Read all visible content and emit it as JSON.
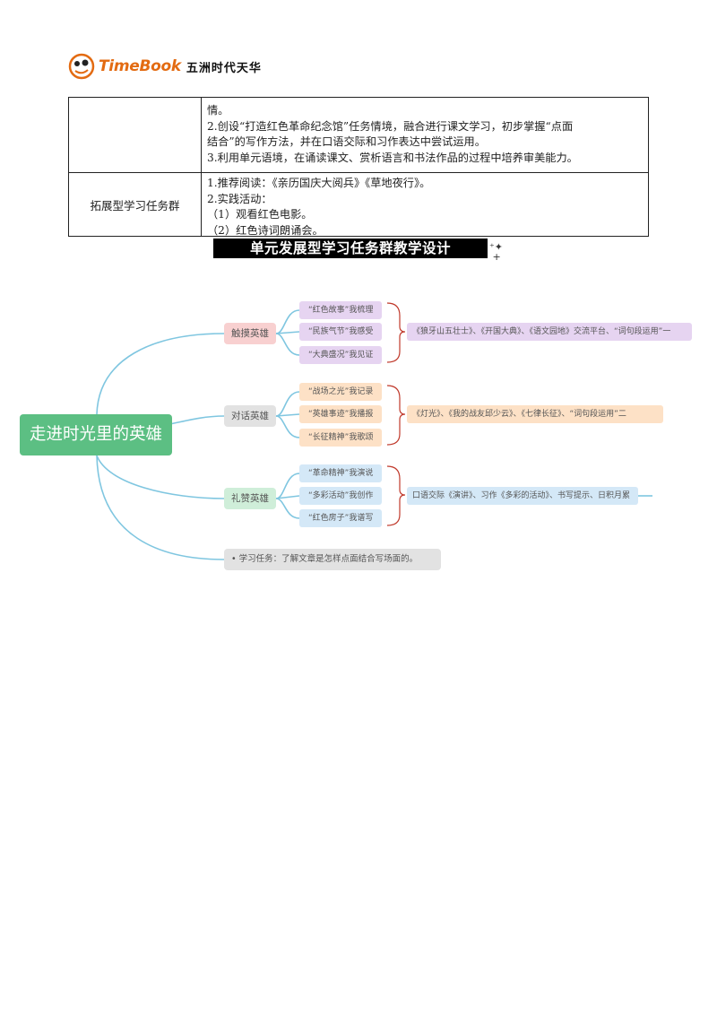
{
  "header": {
    "brand_en": "TimeBook",
    "brand_cn": "五洲时代天华"
  },
  "table": {
    "row1": {
      "lines": [
        "情。",
        "2.创设“打造红色革命纪念馆”任务情境，融合进行课文学习，初步掌握“点面",
        "结合”的写作方法，并在口语交际和习作表达中尝试运用。",
        "3.利用单元语境，在诵读课文、赏析语言和书法作品的过程中培养审美能力。"
      ]
    },
    "row2": {
      "label": "拓展型学习任务群",
      "lines": [
        "1.推荐阅读：《亲历国庆大阅兵》《草地夜行》。",
        "2.实践活动：",
        "（1）观看红色电影。",
        "（2）红色诗词朗诵会。"
      ]
    }
  },
  "banner": {
    "title": "单元发展型学习任务群教学设计"
  },
  "mindmap": {
    "root": "走进时光里的英雄",
    "colors": {
      "root": "#5cbf83",
      "curve": "#7fc6e0",
      "bracket": "#c0392b"
    },
    "branches": [
      {
        "label": "触摸英雄",
        "leaves": [
          "“红色故事”我梳理",
          "“民族气节”我感受",
          "“大典盛况”我见证"
        ],
        "detail": "《狼牙山五壮士》、《开国大典》、《语文园地》交流平台、“词句段运用”一"
      },
      {
        "label": "对话英雄",
        "leaves": [
          "“战场之光”我记录",
          "“英雄事迹”我播报",
          "“长征精神”我歌颂"
        ],
        "detail": "《灯光》、《我的战友邱少云》、《七律长征》、“词句段运用”二"
      },
      {
        "label": "礼赞英雄",
        "leaves": [
          "“革命精神”我演说",
          "“多彩活动”我创作",
          "“红色房子”我谱写"
        ],
        "detail": "口语交际《演讲》、习作《多彩的活动》、书写提示、日积月累"
      }
    ],
    "note": "• 学习任务：了解文章是怎样点面结合写场面的。"
  }
}
